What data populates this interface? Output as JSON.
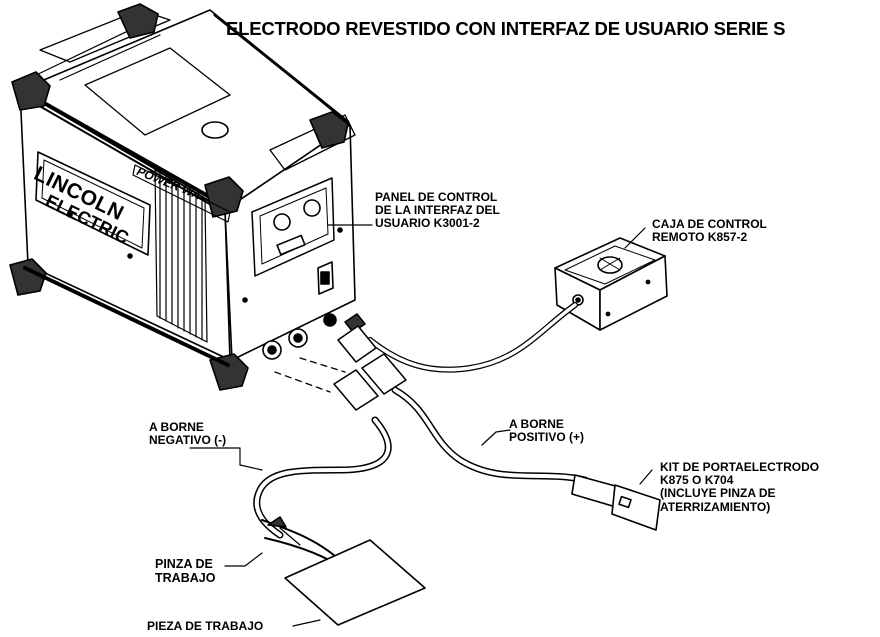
{
  "title": "ELECTRODO REVESTIDO CON INTERFAZ DE USUARIO SERIE S",
  "brand": {
    "line1": "LINCOLN",
    "line2": "ELECTRIC",
    "model_text": "POWER WA"
  },
  "labels": {
    "panel": [
      "PANEL DE CONTROL",
      "DE LA INTERFAZ DEL",
      "USUARIO K3001-2"
    ],
    "remote_box": [
      "CAJA DE CONTROL",
      "REMOTO K857-2"
    ],
    "negative_terminal": [
      "A BORNE",
      "NEGATIVO (-)"
    ],
    "positive_terminal": [
      "A BORNE",
      "POSITIVO (+)"
    ],
    "electrode_kit": [
      "KIT DE PORTAELECTRODO",
      "K875 O K704",
      "(INCLUYE PINZA DE",
      "ATERRIZAMIENTO)"
    ],
    "work_clamp": [
      "PINZA DE",
      "TRABAJO"
    ],
    "work_piece": [
      "PIEZA DE TRABAJO"
    ]
  }
}
